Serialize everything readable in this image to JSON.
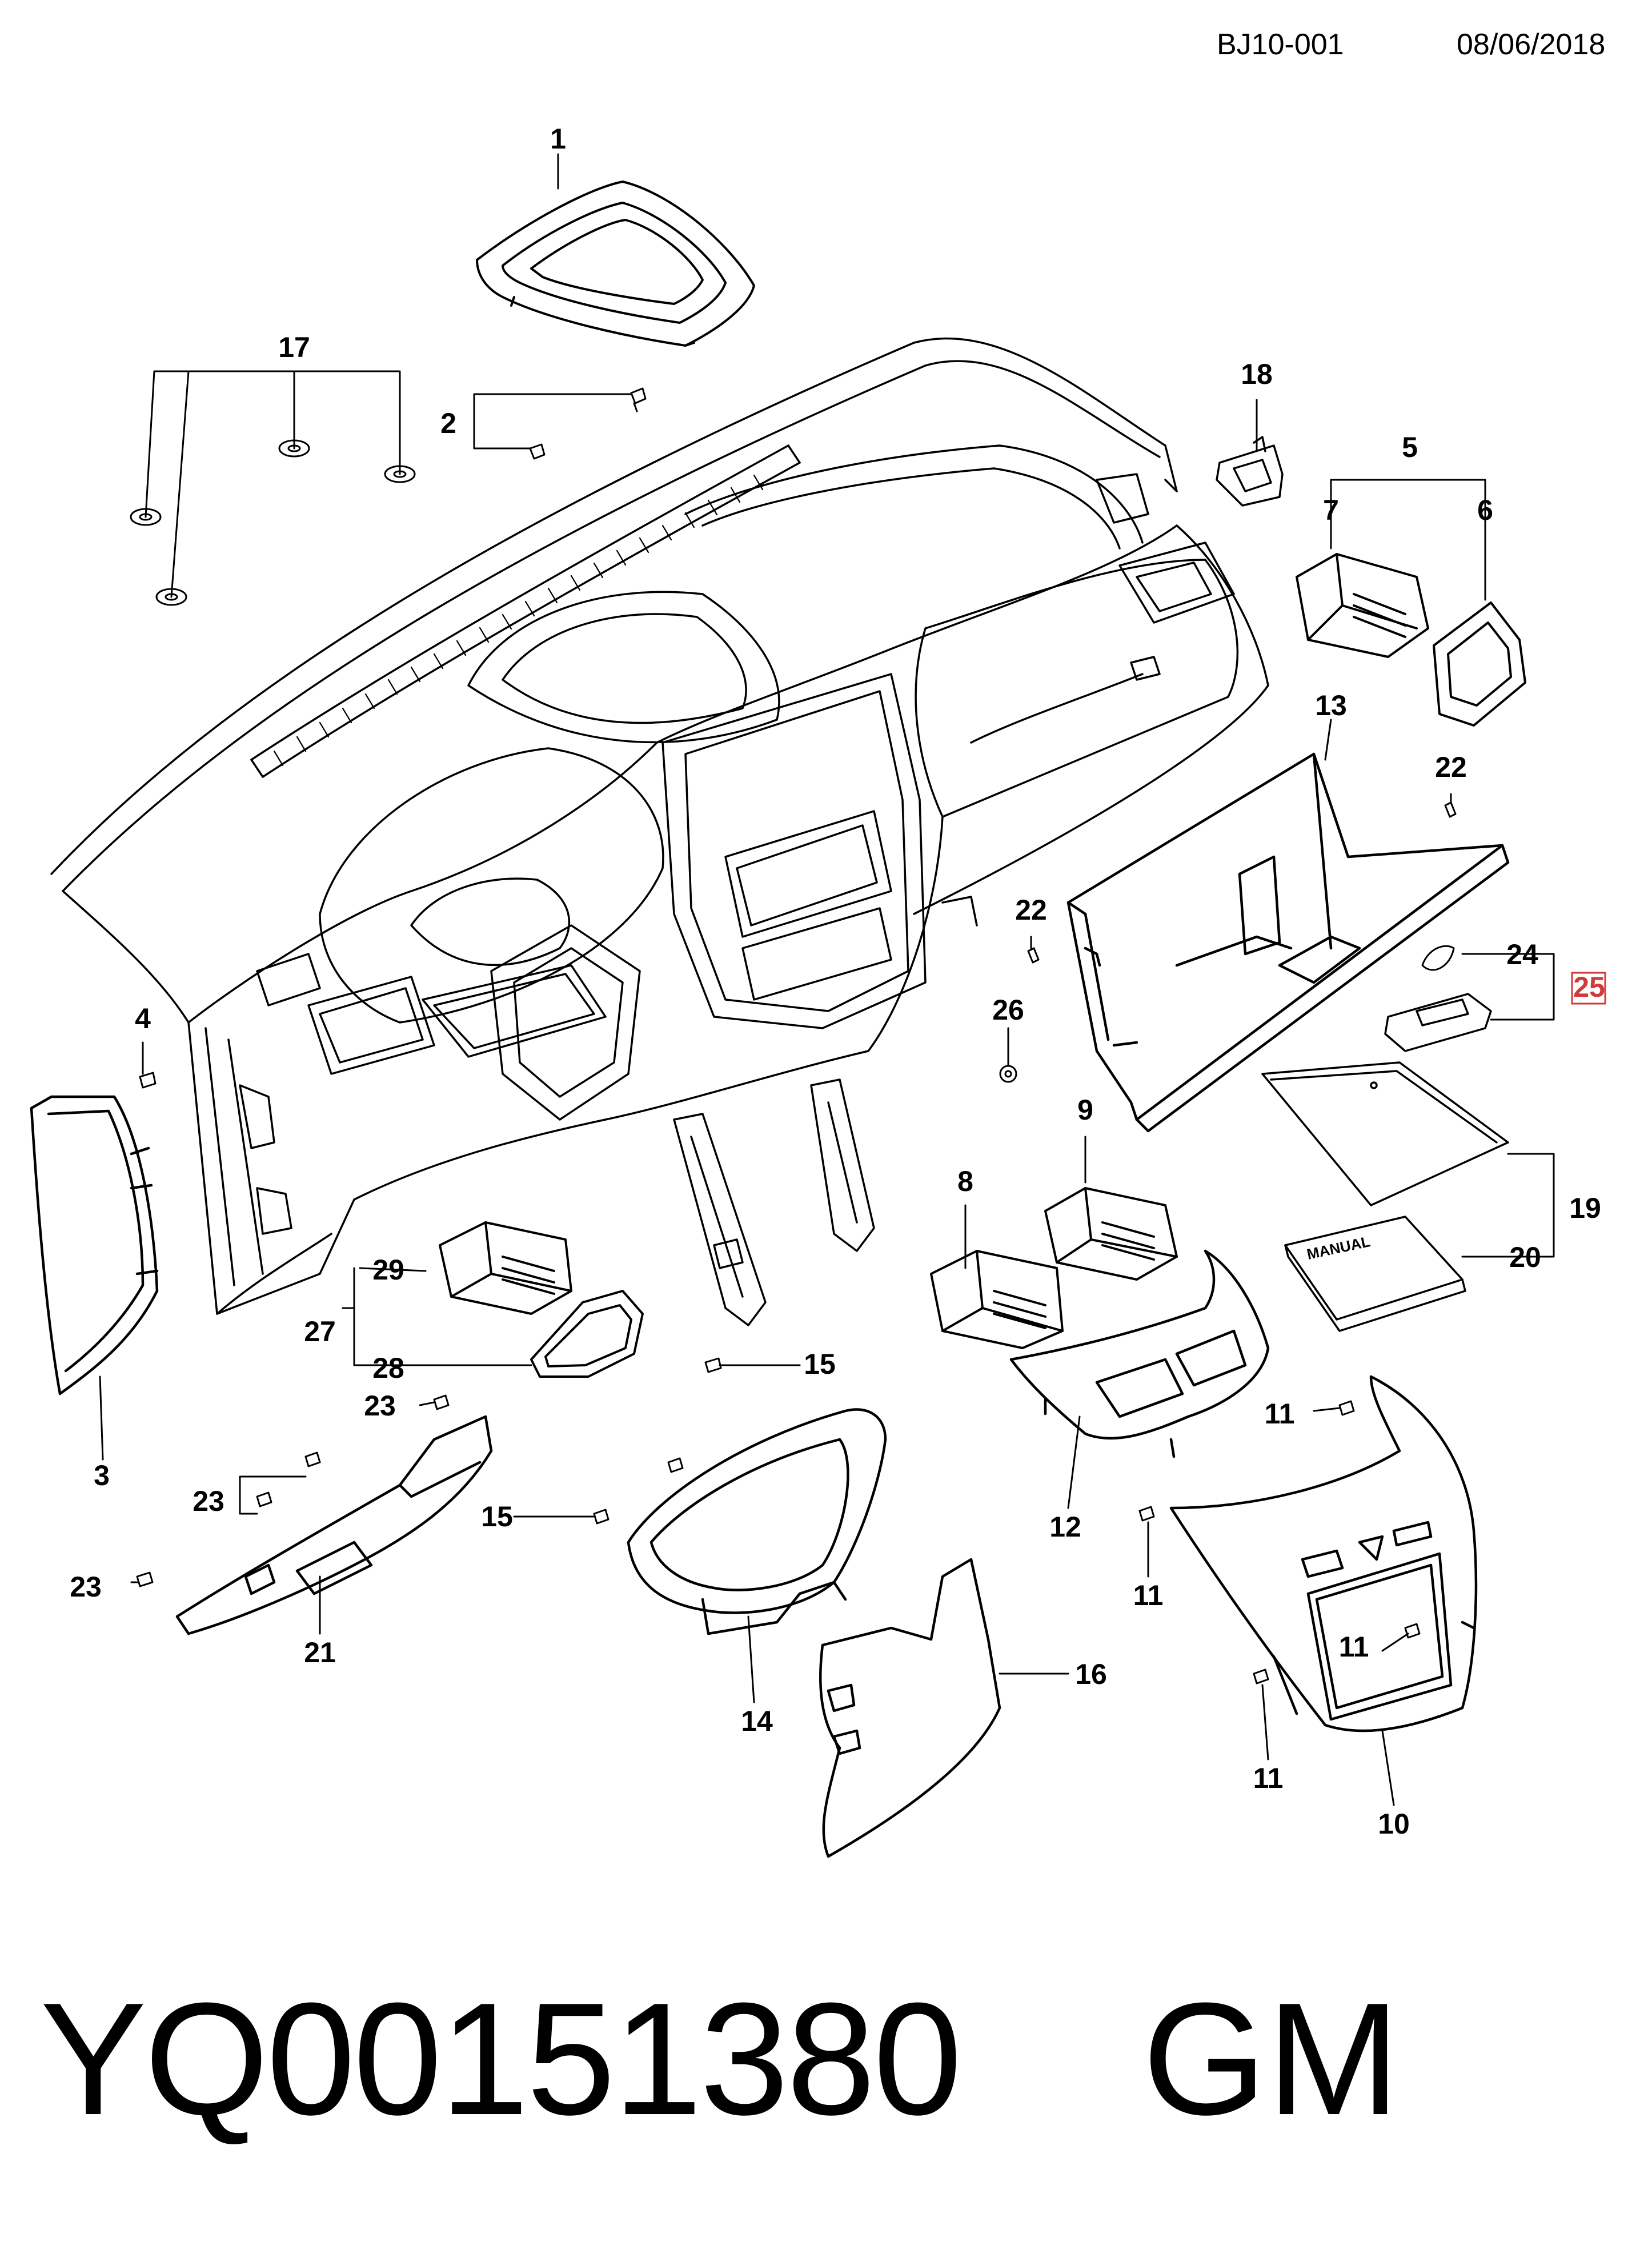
{
  "header": {
    "doc_code": "BJ10-001",
    "date": "08/06/2018"
  },
  "footer": {
    "part_number": "YQ00151380",
    "maker": "GM"
  },
  "callouts": [
    "1",
    "2",
    "3",
    "4",
    "5",
    "6",
    "7",
    "8",
    "9",
    "10",
    "11",
    "11",
    "11",
    "11",
    "12",
    "13",
    "14",
    "15",
    "15",
    "16",
    "17",
    "18",
    "19",
    "20",
    "21",
    "22",
    "22",
    "23",
    "23",
    "23",
    "24",
    "25",
    "26",
    "27",
    "28",
    "29"
  ],
  "embedded_text": {
    "manual_label": "MANUAL"
  },
  "colors": {
    "line": "#000000",
    "background": "#ffffff",
    "highlight_box": "#d23a3a"
  }
}
